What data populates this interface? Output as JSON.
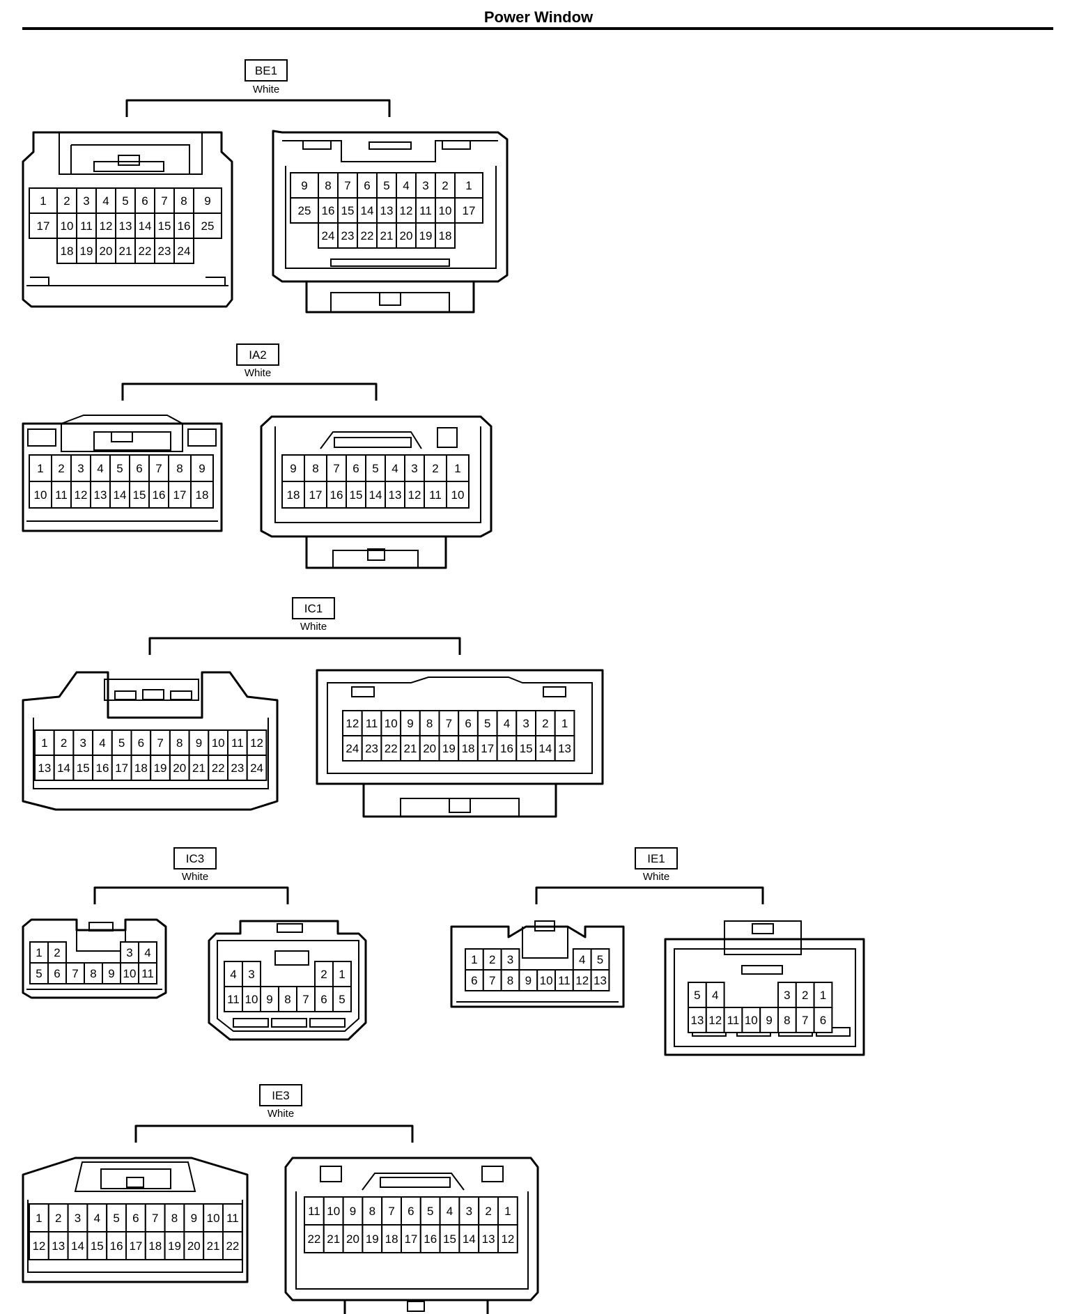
{
  "title": "Power Window",
  "connectors": [
    {
      "id": "BE1",
      "color": "White",
      "views": [
        [
          [
            "1",
            "2",
            "3",
            "4",
            "5",
            "6",
            "7",
            "8",
            "9"
          ],
          [
            "17",
            "10",
            "11",
            "12",
            "13",
            "14",
            "15",
            "16",
            "25"
          ],
          [
            "",
            "18",
            "19",
            "20",
            "21",
            "22",
            "23",
            "24",
            ""
          ]
        ],
        [
          [
            "9",
            "8",
            "7",
            "6",
            "5",
            "4",
            "3",
            "2",
            "1"
          ],
          [
            "25",
            "16",
            "15",
            "14",
            "13",
            "12",
            "11",
            "10",
            "17"
          ],
          [
            "",
            "24",
            "23",
            "22",
            "21",
            "20",
            "19",
            "18",
            ""
          ]
        ]
      ]
    },
    {
      "id": "IA2",
      "color": "White",
      "views": [
        [
          [
            "1",
            "2",
            "3",
            "4",
            "5",
            "6",
            "7",
            "8",
            "9"
          ],
          [
            "10",
            "11",
            "12",
            "13",
            "14",
            "15",
            "16",
            "17",
            "18"
          ]
        ],
        [
          [
            "9",
            "8",
            "7",
            "6",
            "5",
            "4",
            "3",
            "2",
            "1"
          ],
          [
            "18",
            "17",
            "16",
            "15",
            "14",
            "13",
            "12",
            "11",
            "10"
          ]
        ]
      ]
    },
    {
      "id": "IC1",
      "color": "White",
      "views": [
        [
          [
            "1",
            "2",
            "3",
            "4",
            "5",
            "6",
            "7",
            "8",
            "9",
            "10",
            "11",
            "12"
          ],
          [
            "13",
            "14",
            "15",
            "16",
            "17",
            "18",
            "19",
            "20",
            "21",
            "22",
            "23",
            "24"
          ]
        ],
        [
          [
            "12",
            "11",
            "10",
            "9",
            "8",
            "7",
            "6",
            "5",
            "4",
            "3",
            "2",
            "1"
          ],
          [
            "24",
            "23",
            "22",
            "21",
            "20",
            "19",
            "18",
            "17",
            "16",
            "15",
            "14",
            "13"
          ]
        ]
      ]
    },
    {
      "id": "IC3",
      "color": "White",
      "views": [
        [
          [
            "1",
            "2",
            "",
            "",
            "",
            "3",
            "4"
          ],
          [
            "5",
            "6",
            "7",
            "8",
            "9",
            "10",
            "11"
          ]
        ],
        [
          [
            "4",
            "3",
            "",
            "",
            "",
            "2",
            "1"
          ],
          [
            "11",
            "10",
            "9",
            "8",
            "7",
            "6",
            "5"
          ]
        ]
      ]
    },
    {
      "id": "IE1",
      "color": "White",
      "views": [
        [
          [
            "1",
            "2",
            "3",
            "",
            "",
            "",
            "4",
            "5"
          ],
          [
            "6",
            "7",
            "8",
            "9",
            "10",
            "11",
            "12",
            "13"
          ]
        ],
        [
          [
            "5",
            "4",
            "",
            "",
            "",
            "3",
            "2",
            "1"
          ],
          [
            "13",
            "12",
            "11",
            "10",
            "9",
            "8",
            "7",
            "6"
          ]
        ]
      ]
    },
    {
      "id": "IE3",
      "color": "White",
      "views": [
        [
          [
            "1",
            "2",
            "3",
            "4",
            "5",
            "6",
            "7",
            "8",
            "9",
            "10",
            "11"
          ],
          [
            "12",
            "13",
            "14",
            "15",
            "16",
            "17",
            "18",
            "19",
            "20",
            "21",
            "22"
          ]
        ],
        [
          [
            "11",
            "10",
            "9",
            "8",
            "7",
            "6",
            "5",
            "4",
            "3",
            "2",
            "1"
          ],
          [
            "22",
            "21",
            "20",
            "19",
            "18",
            "17",
            "16",
            "15",
            "14",
            "13",
            "12"
          ]
        ]
      ]
    }
  ]
}
